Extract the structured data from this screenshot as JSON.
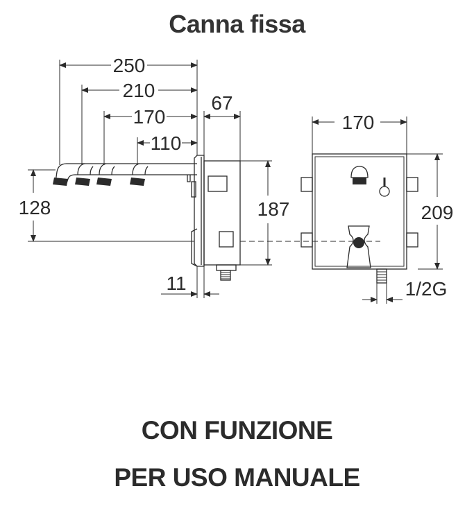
{
  "title": "Canna fissa",
  "caption": {
    "line1": "CON FUNZIONE",
    "line2": "PER USO MANUALE"
  },
  "dimensions": {
    "d250": "250",
    "d210": "210",
    "d170_side": "170",
    "d110": "110",
    "d67": "67",
    "d128": "128",
    "d187": "187",
    "d11": "11",
    "d170_front": "170",
    "d209": "209",
    "thread": "1/2G"
  },
  "colors": {
    "line": "#2b2b2b",
    "background": "#ffffff"
  }
}
